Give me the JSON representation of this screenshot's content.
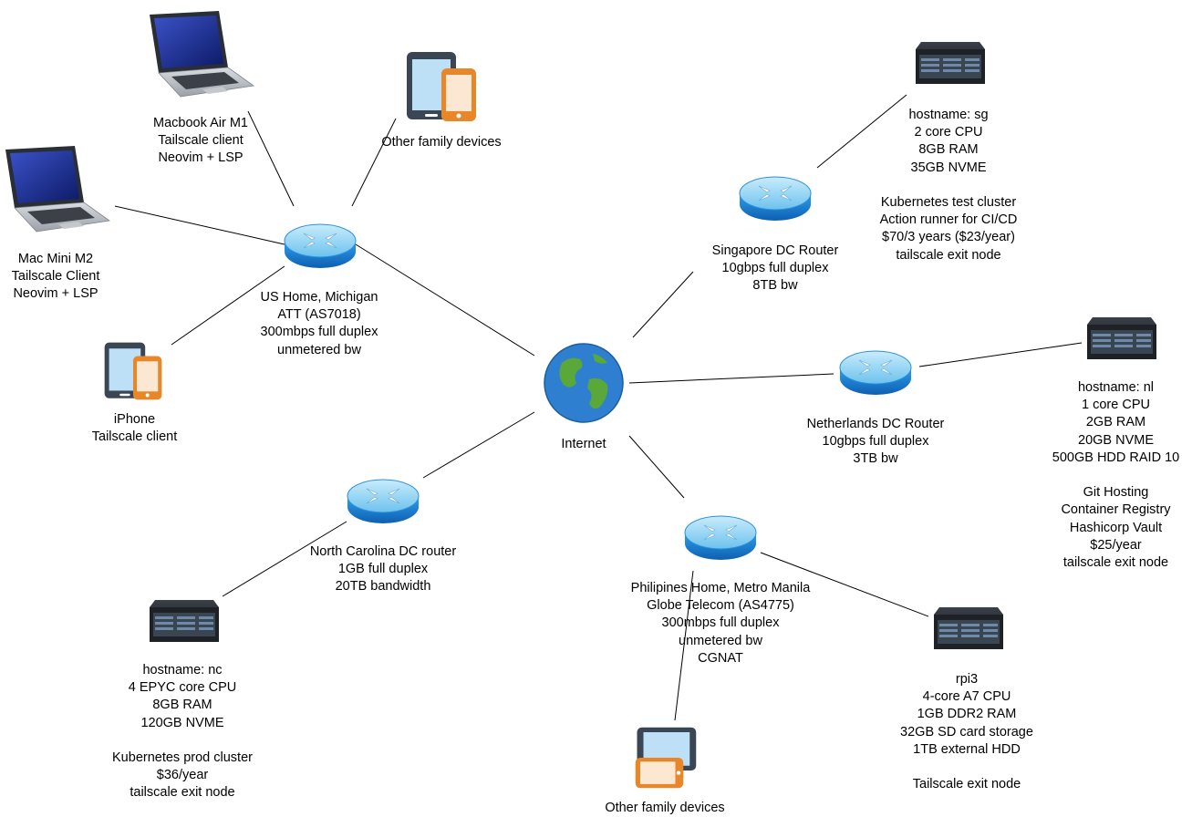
{
  "nodes": {
    "internet": {
      "label": "Internet",
      "icon": "globe-icon"
    },
    "us_home_router": {
      "label": "US Home, Michigan\nATT (AS7018)\n300mbps full duplex\nunmetered bw",
      "icon": "router-icon"
    },
    "macbook": {
      "label": "Macbook Air M1\nTailscale client\nNeovim + LSP",
      "icon": "laptop-icon"
    },
    "mac_mini": {
      "label": "Mac Mini M2\nTailscale Client\nNeovim + LSP",
      "icon": "laptop-icon"
    },
    "family_us": {
      "label": "Other family devices",
      "icon": "tablet-phone-icon"
    },
    "iphone": {
      "label": "iPhone\nTailscale client",
      "icon": "tablet-phone-icon"
    },
    "sg_router": {
      "label": "Singapore DC Router\n10gbps full duplex\n8TB bw",
      "icon": "router-icon"
    },
    "sg_server": {
      "label": "hostname: sg\n2 core CPU\n8GB RAM\n35GB NVME\n\nKubernetes test cluster\nAction runner for CI/CD\n$70/3 years ($23/year)\ntailscale exit node",
      "icon": "server-icon"
    },
    "nl_router": {
      "label": "Netherlands DC Router\n10gbps full duplex\n3TB bw",
      "icon": "router-icon"
    },
    "nl_server": {
      "label": "hostname: nl\n1 core CPU\n2GB RAM\n20GB NVME\n500GB HDD RAID 10\n\nGit Hosting\nContainer Registry\nHashicorp Vault\n$25/year\ntailscale exit node",
      "icon": "server-icon"
    },
    "nc_router": {
      "label": "North Carolina DC router\n1GB full duplex\n20TB bandwidth",
      "icon": "router-icon"
    },
    "nc_server": {
      "label": "hostname: nc\n4 EPYC core CPU\n8GB RAM\n120GB NVME\n\nKubernetes prod cluster\n$36/year\ntailscale exit node",
      "icon": "server-icon"
    },
    "ph_router": {
      "label": "Philipines Home, Metro Manila\nGlobe Telecom (AS4775)\n300mbps full duplex\nunmetered bw\nCGNAT",
      "icon": "router-icon"
    },
    "rpi3": {
      "label": "rpi3\n4-core A7 CPU\n1GB DDR2 RAM\n32GB SD card storage\n1TB external HDD\n\nTailscale exit node",
      "icon": "server-icon"
    },
    "family_ph": {
      "label": "Other family devices",
      "icon": "tablet-phone-icon"
    }
  },
  "edges": [
    [
      "macbook",
      "us_home_router"
    ],
    [
      "family_us",
      "us_home_router"
    ],
    [
      "mac_mini",
      "us_home_router"
    ],
    [
      "iphone",
      "us_home_router"
    ],
    [
      "us_home_router",
      "internet"
    ],
    [
      "sg_router",
      "internet"
    ],
    [
      "sg_router",
      "sg_server"
    ],
    [
      "nl_router",
      "internet"
    ],
    [
      "nl_router",
      "nl_server"
    ],
    [
      "nc_router",
      "internet"
    ],
    [
      "nc_router",
      "nc_server"
    ],
    [
      "ph_router",
      "internet"
    ],
    [
      "ph_router",
      "rpi3"
    ],
    [
      "ph_router",
      "family_ph"
    ]
  ],
  "colors": {
    "router_top": "#8fd3f4",
    "router_body": "#1a86d8",
    "server_body": "#1e2226",
    "tablet_blue": "#bde0f7",
    "phone_orange": "#e8872a",
    "globe_ocean": "#2f7fd0",
    "globe_land": "#5aa83a"
  }
}
